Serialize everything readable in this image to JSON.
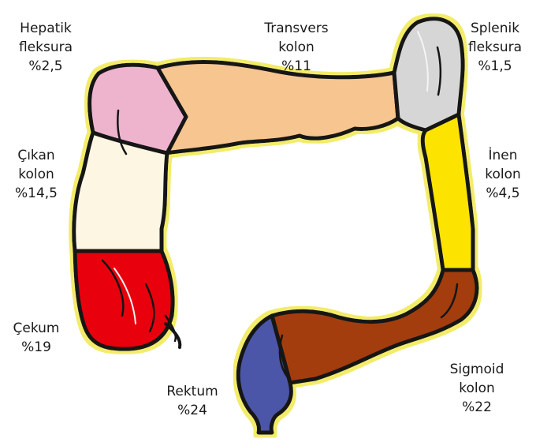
{
  "segments": [
    {
      "id": "hepatic-flexure",
      "lines": [
        "Hepatik",
        "fleksura"
      ],
      "value": "%2,5",
      "color": "#eeb4cd"
    },
    {
      "id": "transverse-colon",
      "lines": [
        "Transvers",
        "kolon"
      ],
      "value": "%11",
      "color": "#f6c590"
    },
    {
      "id": "splenic-flexure",
      "lines": [
        "Splenik",
        "fleksura"
      ],
      "value": "%1,5",
      "color": "#d6d6d6"
    },
    {
      "id": "ascending-colon",
      "lines": [
        "Çıkan",
        "kolon"
      ],
      "value": "%14,5",
      "color": "#fdf6e3"
    },
    {
      "id": "descending-colon",
      "lines": [
        "İnen",
        "kolon"
      ],
      "value": "%4,5",
      "color": "#fce400"
    },
    {
      "id": "cecum",
      "lines": [
        "Çekum"
      ],
      "value": "%19",
      "color": "#e8000e"
    },
    {
      "id": "rectum",
      "lines": [
        "Rektum"
      ],
      "value": "%24",
      "color": "#4b57a8"
    },
    {
      "id": "sigmoid-colon",
      "lines": [
        "Sigmoid",
        "kolon"
      ],
      "value": "%22",
      "color": "#a33c0a"
    }
  ],
  "colors": {
    "outline": "#151515",
    "glow": "#f3ec6a",
    "background": "#ffffff"
  }
}
